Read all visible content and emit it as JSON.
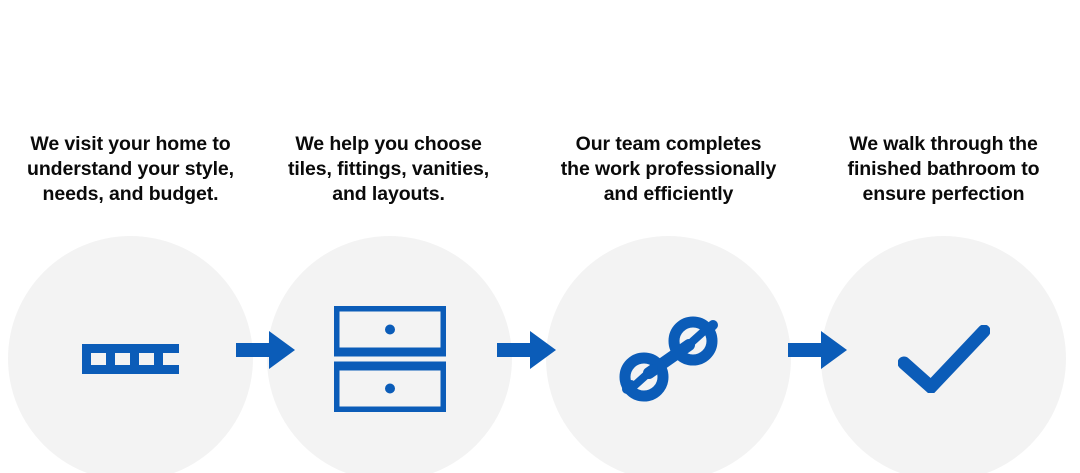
{
  "theme": {
    "background": "#ffffff",
    "circle_fill": "#f3f3f3",
    "accent_blue": "#0b5cb8",
    "heading_color": "#0a0a0a"
  },
  "process": {
    "orientation": "horizontal",
    "step_count": 4,
    "steps": [
      {
        "index": 1,
        "heading": "We visit your home to\nunderstand your style,\nneeds, and budget.",
        "icon": "ruler-measure-icon",
        "icon_color": "#0b5cb8"
      },
      {
        "index": 2,
        "heading": "We help you choose\ntiles, fittings, vanities,\nand layouts.",
        "icon": "drawer-cabinet-icon",
        "icon_color": "#0b5cb8"
      },
      {
        "index": 3,
        "heading": "Our team completes\nthe work professionally\nand efficiently",
        "icon": "wrench-spanner-icon",
        "icon_color": "#0b5cb8"
      },
      {
        "index": 4,
        "heading": "We walk through the\nfinished bathroom to\nensure perfection",
        "icon": "checkmark-icon",
        "icon_color": "#0b5cb8"
      }
    ],
    "connectors": [
      {
        "index": 1,
        "icon": "arrow-right-icon",
        "color": "#0b5cb8"
      },
      {
        "index": 2,
        "icon": "arrow-right-icon",
        "color": "#0b5cb8"
      },
      {
        "index": 3,
        "icon": "arrow-right-icon",
        "color": "#0b5cb8"
      }
    ]
  }
}
